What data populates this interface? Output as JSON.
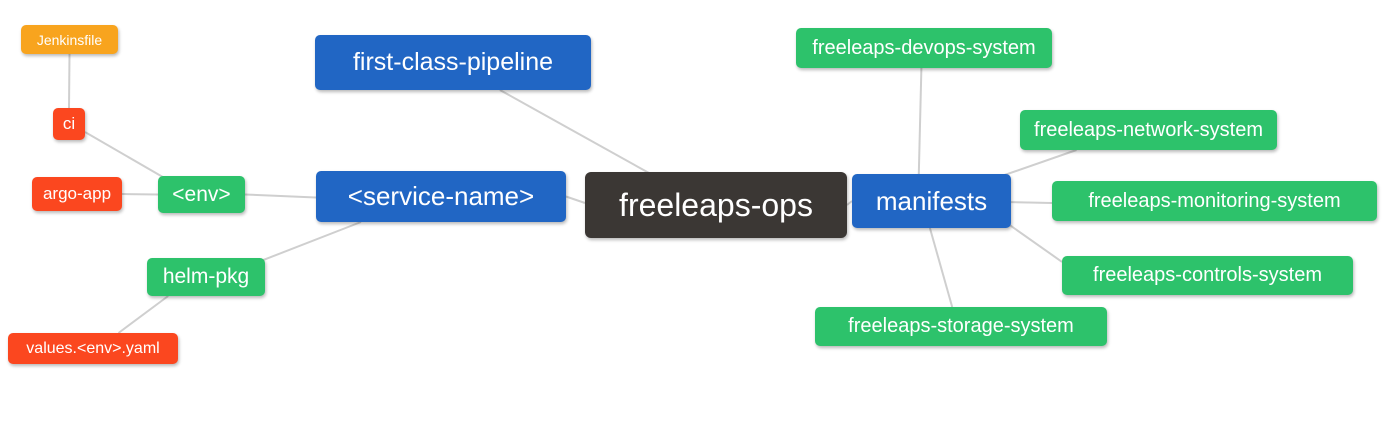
{
  "diagram": {
    "type": "mindmap",
    "background": "#ffffff",
    "palette": {
      "root": "#3b3734",
      "branch": "#2166c4",
      "group": "#2dc26b",
      "file_red": "#fb471f",
      "file_orange": "#f8a41e",
      "edge": "#cfcfcf",
      "text": "#ffffff"
    },
    "root_label": "freeleaps-ops",
    "nodes": [
      {
        "id": "jenkinsfile",
        "label": "Jenkinsfile",
        "role": "file_orange"
      },
      {
        "id": "ci",
        "label": "ci",
        "role": "file_red"
      },
      {
        "id": "argo-app",
        "label": "argo-app",
        "role": "file_red"
      },
      {
        "id": "env",
        "label": "<env>",
        "role": "group"
      },
      {
        "id": "helm-pkg",
        "label": "helm-pkg",
        "role": "group"
      },
      {
        "id": "values-env-yaml",
        "label": "values.<env>.yaml",
        "role": "file_red"
      },
      {
        "id": "first-class-pipeline",
        "label": "first-class-pipeline",
        "role": "branch"
      },
      {
        "id": "service-name",
        "label": "<service-name>",
        "role": "branch"
      },
      {
        "id": "freeleaps-ops",
        "label": "freeleaps-ops",
        "role": "root"
      },
      {
        "id": "manifests",
        "label": "manifests",
        "role": "branch"
      },
      {
        "id": "freeleaps-devops-system",
        "label": "freeleaps-devops-system",
        "role": "group"
      },
      {
        "id": "freeleaps-network-system",
        "label": "freeleaps-network-system",
        "role": "group"
      },
      {
        "id": "freeleaps-monitoring-system",
        "label": "freeleaps-monitoring-system",
        "role": "group"
      },
      {
        "id": "freeleaps-controls-system",
        "label": "freeleaps-controls-system",
        "role": "group"
      },
      {
        "id": "freeleaps-storage-system",
        "label": "freeleaps-storage-system",
        "role": "group"
      }
    ],
    "edges": [
      {
        "from": "jenkinsfile",
        "to": "ci"
      },
      {
        "from": "ci",
        "to": "env"
      },
      {
        "from": "argo-app",
        "to": "env"
      },
      {
        "from": "env",
        "to": "service-name"
      },
      {
        "from": "helm-pkg",
        "to": "service-name"
      },
      {
        "from": "values-env-yaml",
        "to": "helm-pkg"
      },
      {
        "from": "first-class-pipeline",
        "to": "freeleaps-ops"
      },
      {
        "from": "service-name",
        "to": "freeleaps-ops"
      },
      {
        "from": "freeleaps-ops",
        "to": "manifests"
      },
      {
        "from": "manifests",
        "to": "freeleaps-devops-system"
      },
      {
        "from": "manifests",
        "to": "freeleaps-network-system"
      },
      {
        "from": "manifests",
        "to": "freeleaps-monitoring-system"
      },
      {
        "from": "manifests",
        "to": "freeleaps-controls-system"
      },
      {
        "from": "manifests",
        "to": "freeleaps-storage-system"
      }
    ]
  }
}
